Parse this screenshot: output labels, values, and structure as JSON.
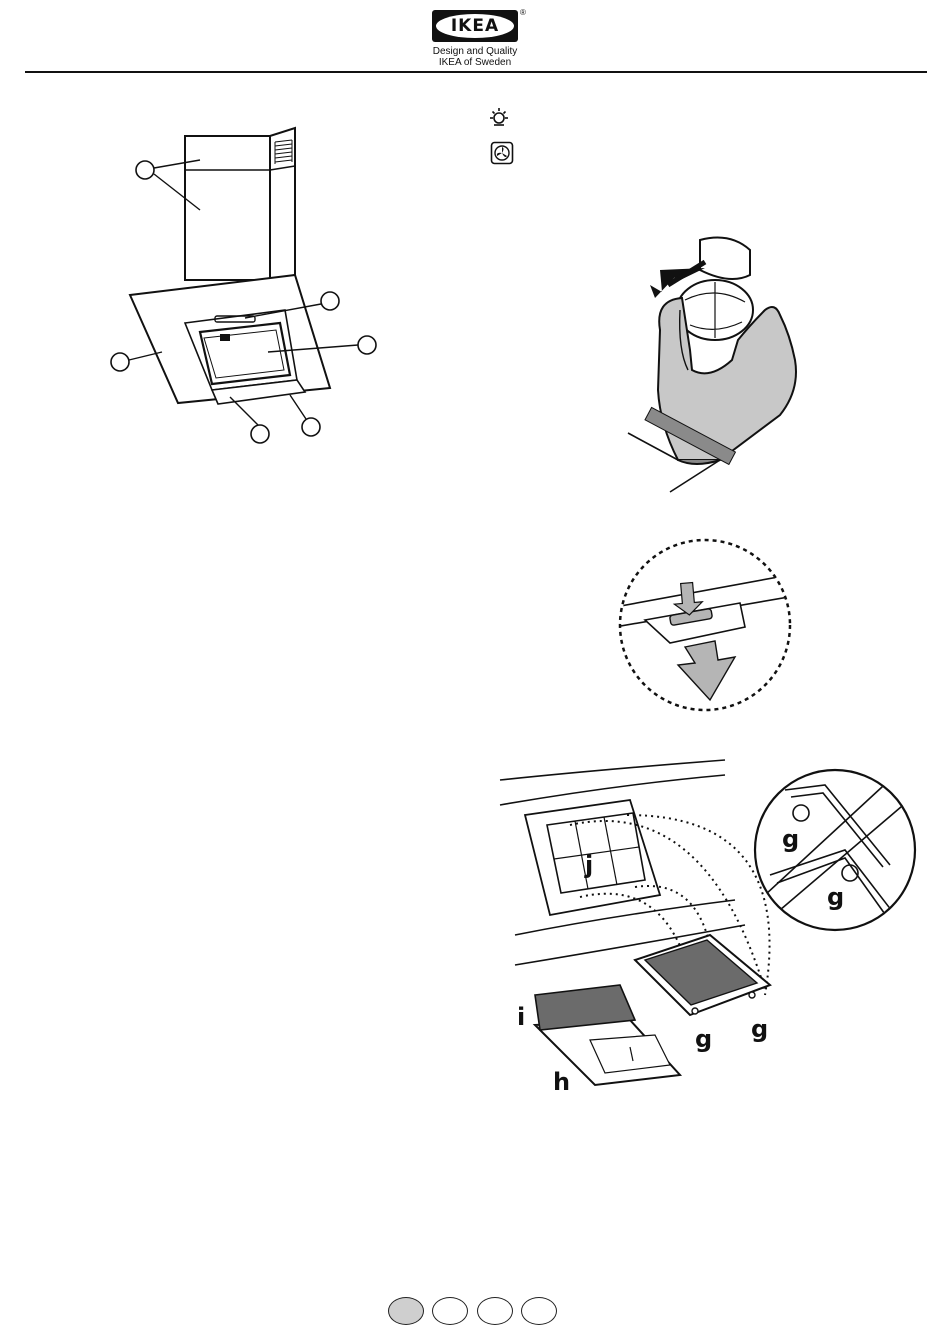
{
  "header": {
    "brand": "IKEA",
    "registered": "®",
    "tagline_line1": "Design and Quality",
    "tagline_line2": "IKEA of Sweden"
  },
  "icons": {
    "light": "light-bulb-icon",
    "fan": "fan-icon"
  },
  "filter_figure": {
    "labels": {
      "j": "j",
      "g_top": "g",
      "g_bottom": "g",
      "g_left": "g",
      "g_right": "g",
      "i": "i",
      "h": "h"
    }
  },
  "pager": {
    "count": 4,
    "active_index": 0
  },
  "colors": {
    "ink": "#111111",
    "filter_gray": "#6b6b6b",
    "arrow_gray": "#b5b5b5",
    "active_page": "#cfcfcf"
  }
}
